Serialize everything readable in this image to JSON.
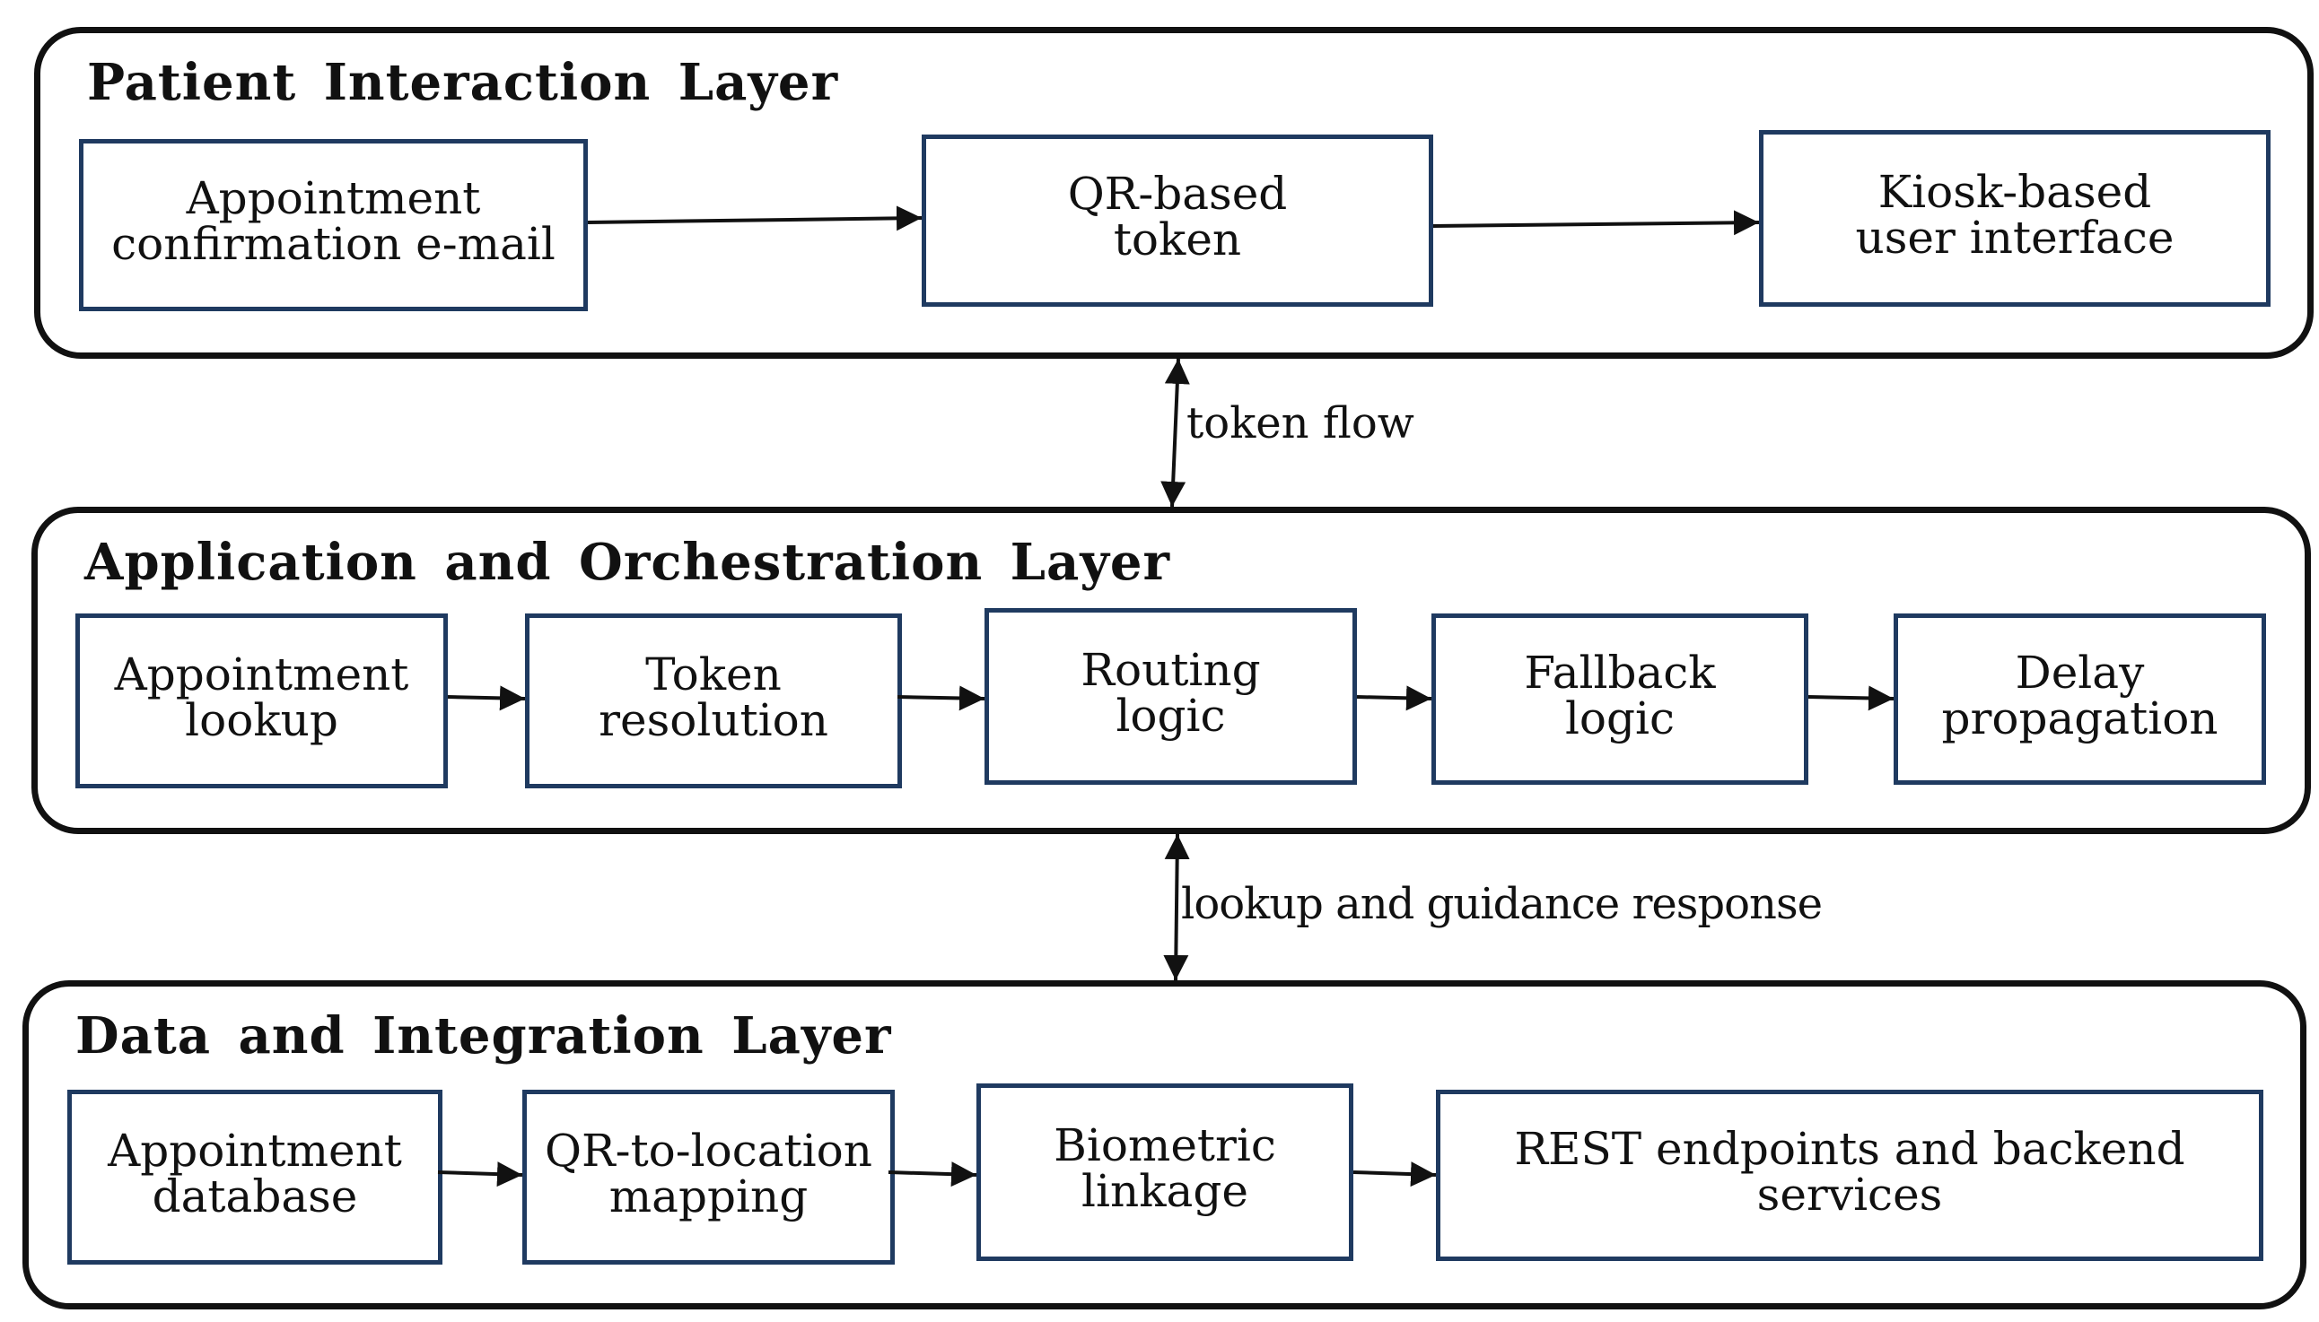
{
  "layers": {
    "patient": {
      "title": "Patient Interaction Layer",
      "boxes": {
        "email": "Appointment\nconfirmation e-mail",
        "qr_token": "QR-based\ntoken",
        "kiosk": "Kiosk-based\nuser interface"
      }
    },
    "application": {
      "title": "Application and Orchestration Layer",
      "boxes": {
        "lookup": "Appointment\nlookup",
        "token_resolution": "Token\nresolution",
        "routing": "Routing\nlogic",
        "fallback": "Fallback\nlogic",
        "delay": "Delay\npropagation"
      }
    },
    "data": {
      "title": "Data and Integration Layer",
      "boxes": {
        "database": "Appointment\ndatabase",
        "qr_mapping": "QR-to-location\nmapping",
        "biometric": "Biometric\nlinkage",
        "rest": "REST endpoints and backend\nservices"
      }
    }
  },
  "flows": {
    "patient_application": "token flow",
    "application_data": "lookup and guidance response"
  },
  "colors": {
    "box_border": "#1f3a60",
    "layer_border": "#111111",
    "arrow": "#111111"
  }
}
